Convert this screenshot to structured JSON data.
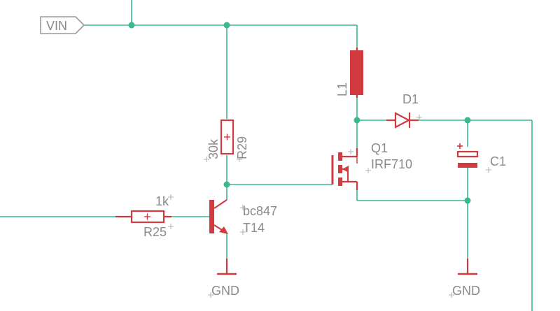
{
  "net_label_vin": "VIN",
  "l1": {
    "ref": "L1"
  },
  "d1": {
    "ref": "D1"
  },
  "c1": {
    "ref": "C1"
  },
  "q1": {
    "ref": "Q1",
    "value": "IRF710"
  },
  "r29": {
    "ref": "R29",
    "value": "30k"
  },
  "r25": {
    "ref": "R25",
    "value": "1k"
  },
  "t14": {
    "ref": "T14",
    "value": "bc847"
  },
  "gnd1": "GND",
  "gnd2": "GND",
  "colors": {
    "wire": "#3ab98b",
    "part": "#d23a3f",
    "label": "#8a8a8a"
  }
}
